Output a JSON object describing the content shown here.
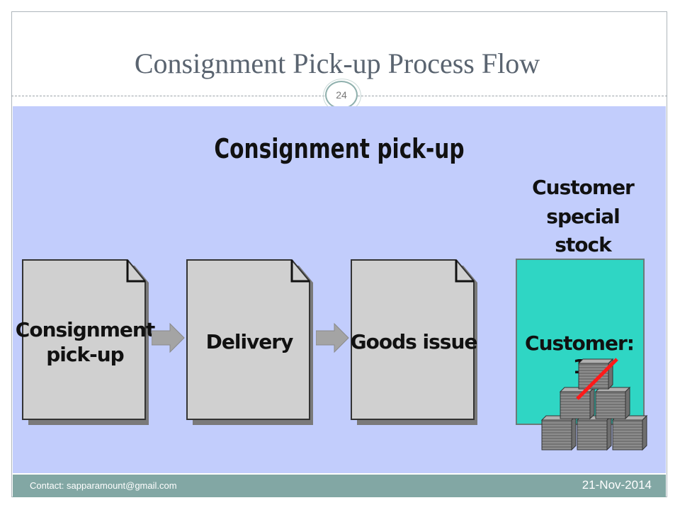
{
  "slide": {
    "title": "Consignment Pick-up Process Flow",
    "number": "24"
  },
  "diagram": {
    "heading": "Consignment pick-up",
    "steps": [
      {
        "label": "Consignment\npick-up"
      },
      {
        "label": "Delivery"
      },
      {
        "label": "Goods issue"
      }
    ],
    "stock": {
      "title": "Customer special\nstock",
      "label": "Customer: 1"
    },
    "colors": {
      "panel": "#c2cdfc",
      "document": "#d0d0d0",
      "arrow": "#a4a4a4",
      "stock_box": "#2fd6c4",
      "strike": "#ff1a1a"
    }
  },
  "footer": {
    "contact": "Contact: sapparamount@gmail.com",
    "date": "21-Nov-2014"
  }
}
